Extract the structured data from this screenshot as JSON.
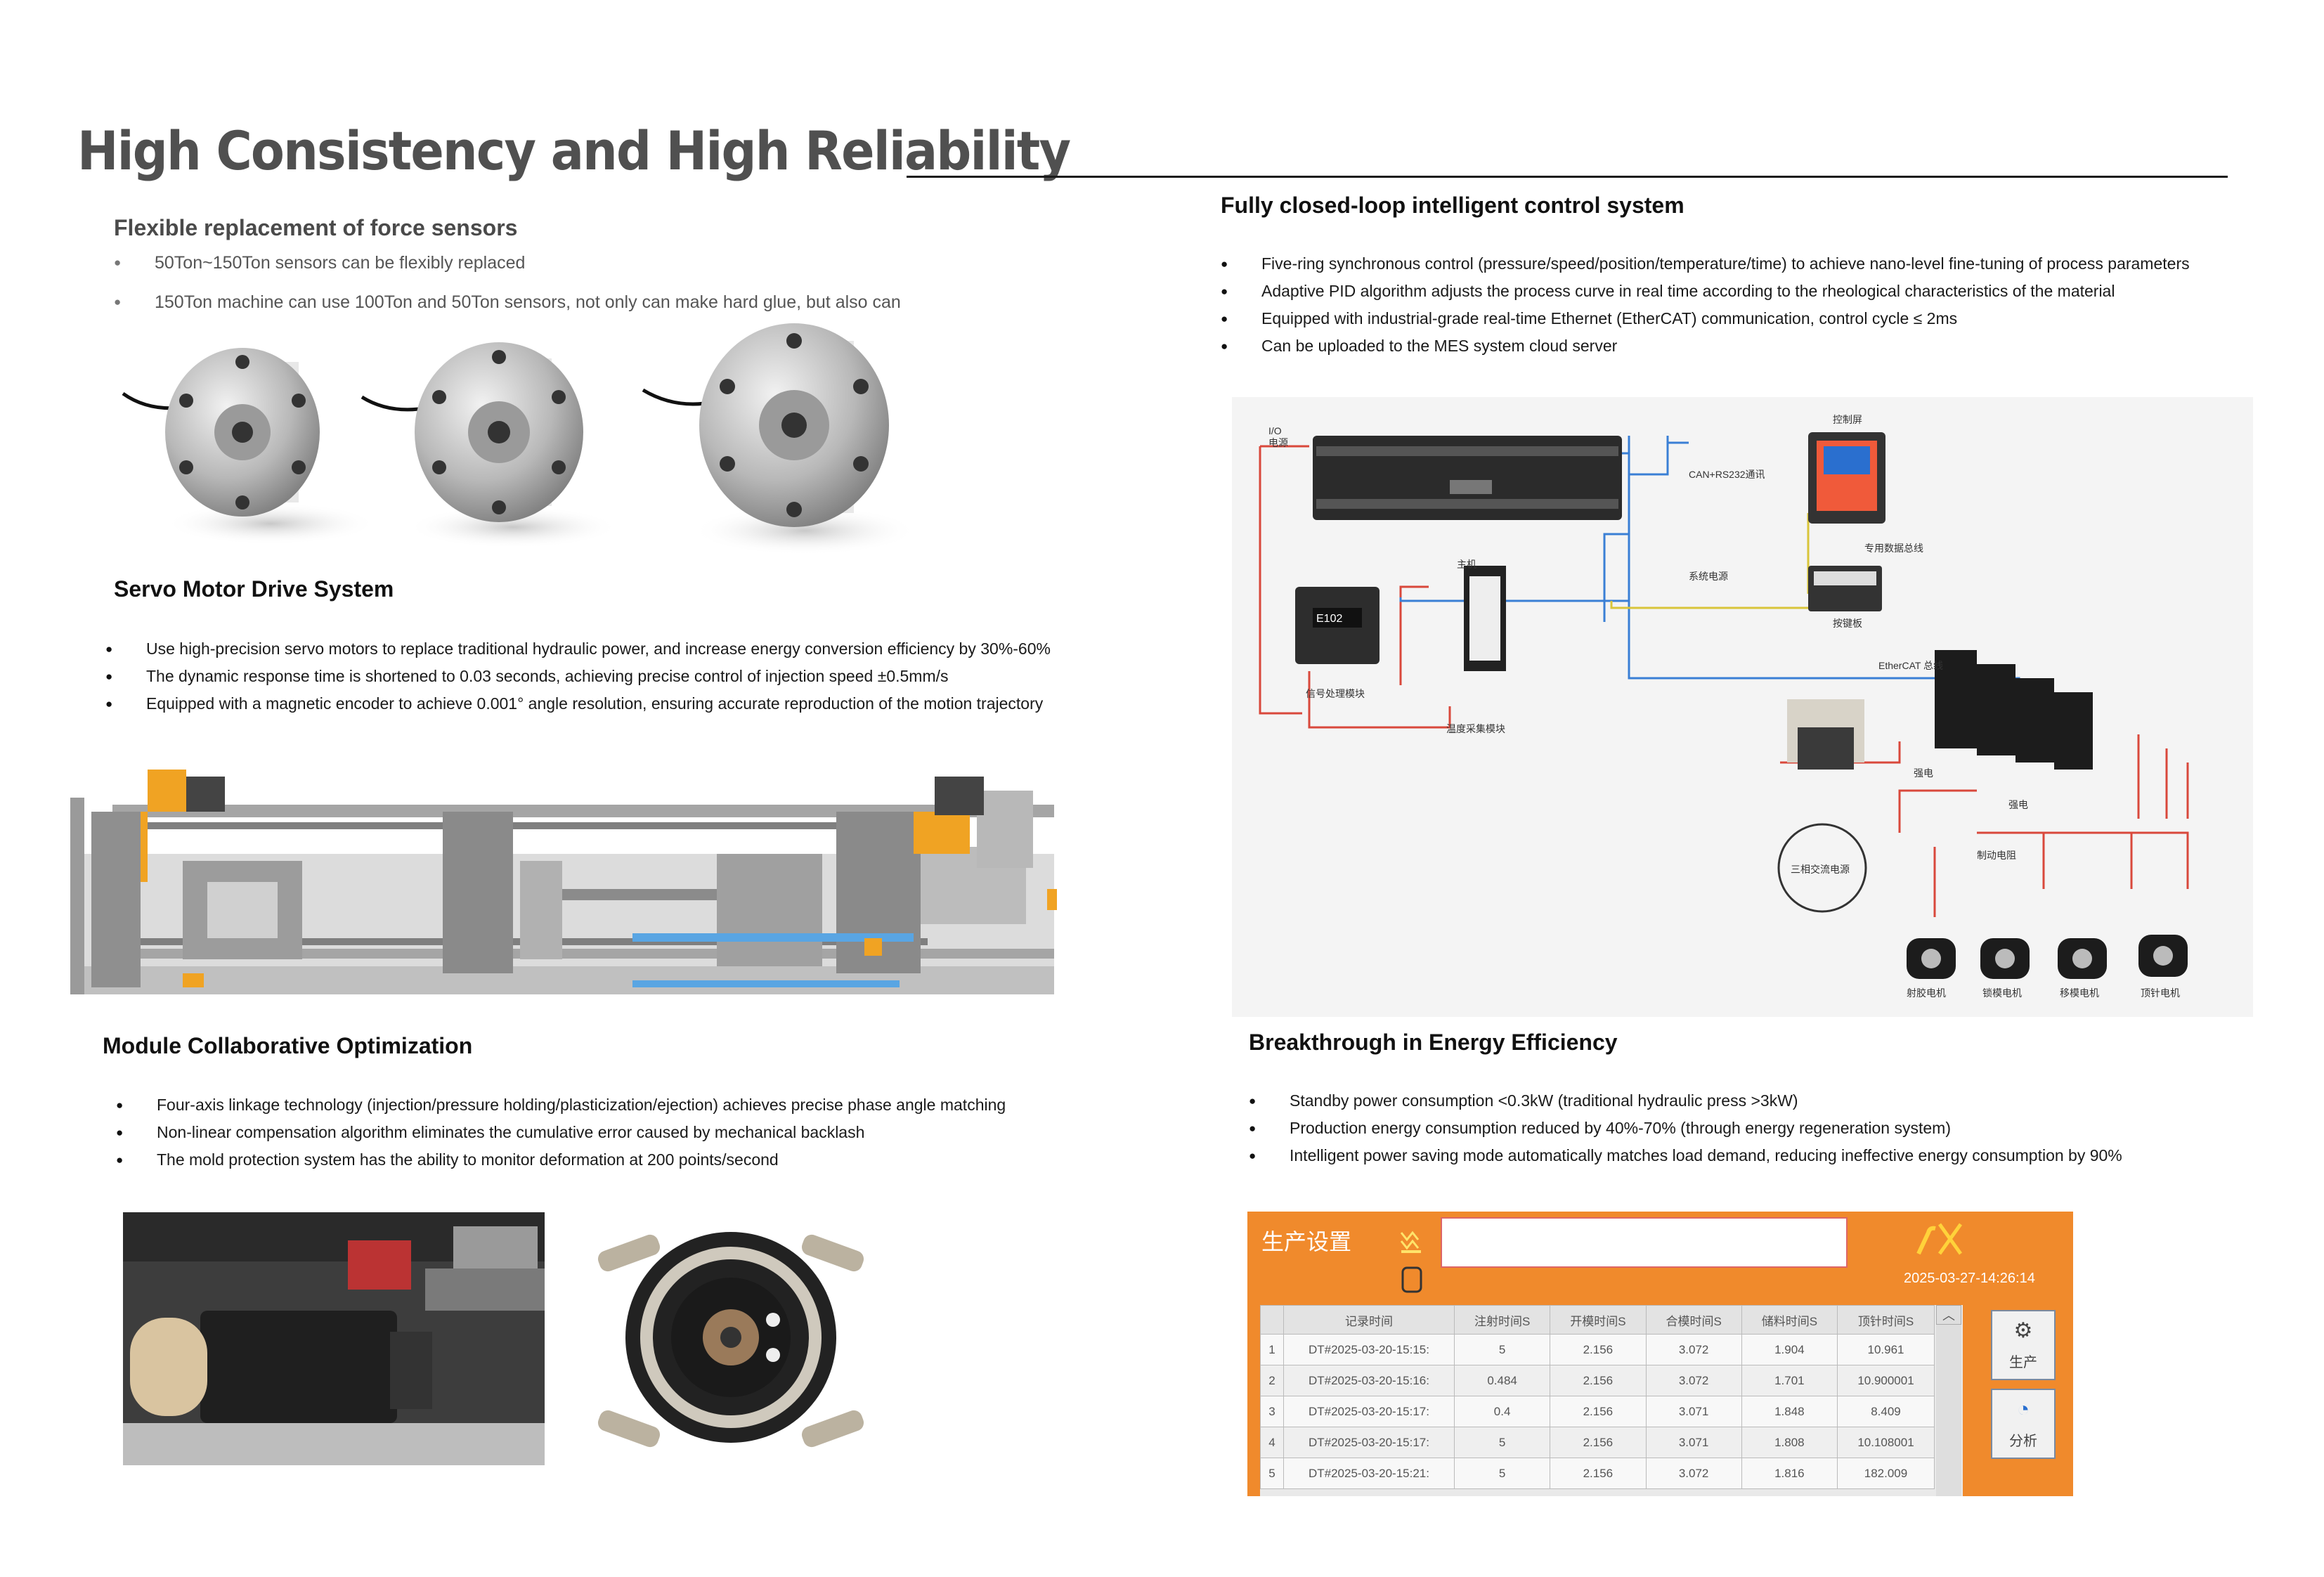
{
  "page": {
    "title": "High Consistency and High Reliability"
  },
  "force_sensors": {
    "heading": "Flexible replacement of force sensors",
    "bullets": [
      "50Ton~150Ton sensors can be flexibly replaced",
      "150Ton machine can use 100Ton and 50Ton sensors, not only can make hard glue, but also can"
    ]
  },
  "servo": {
    "heading": "Servo Motor Drive System",
    "bullets": [
      "Use high-precision servo motors to replace traditional hydraulic power, and increase energy conversion efficiency by 30%-60%",
      "The dynamic response time is shortened to 0.03 seconds, achieving precise control of injection speed ±0.5mm/s",
      "Equipped with a magnetic encoder to achieve 0.001° angle resolution, ensuring accurate reproduction of the motion trajectory"
    ]
  },
  "module": {
    "heading": "Module Collaborative Optimization",
    "bullets": [
      "Four-axis linkage technology (injection/pressure holding/plasticization/ejection) achieves precise phase angle matching",
      "Non-linear compensation algorithm eliminates the cumulative error caused by mechanical backlash",
      "The mold protection system has the ability to monitor deformation at 200 points/second"
    ]
  },
  "closed_loop": {
    "heading": "Fully closed-loop intelligent control system",
    "bullets": [
      "Five-ring synchronous control (pressure/speed/position/temperature/time) to achieve nano-level fine-tuning of process parameters",
      "Adaptive PID algorithm adjusts the process curve in real time according to the rheological characteristics of the material",
      "Equipped with industrial-grade real-time Ethernet (EtherCAT) communication, control cycle ≤ 2ms",
      "Can be uploaded to the MES system cloud server"
    ]
  },
  "system_diagram": {
    "io_power": "I/O\n电源",
    "host": "主机",
    "can_bus": "CAN+RS232通讯",
    "control_screen": "控制屏",
    "data_bus": "专用数据总线",
    "system_power": "系统电源",
    "keypad": "按键板",
    "signal_module": "信号处理模块",
    "signal_module_tag": "E102",
    "temp_module": "温度采集模块",
    "ethercat": "EtherCAT 总线",
    "strong_power_1": "强电",
    "strong_power_2": "强电",
    "brake_resistor": "制动电阻",
    "three_phase": "三相交流电源",
    "motors": [
      "射胶电机",
      "锁模电机",
      "移模电机",
      "顶针电机"
    ]
  },
  "energy": {
    "heading": "Breakthrough in Energy Efficiency",
    "bullets": [
      "Standby power consumption <0.3kW (traditional hydraulic press >3kW)",
      "Production energy consumption reduced by 40%-70% (through energy regeneration system)",
      "Intelligent power saving mode automatically matches load demand, reducing ineffective energy consumption by 90%"
    ]
  },
  "hmi": {
    "title": "生产设置",
    "timestamp": "2025-03-27-14:26:14",
    "columns": [
      "",
      "记录时间",
      "注射时间S",
      "开模时间S",
      "合模时间S",
      "储料时间S",
      "顶针时间S"
    ],
    "rows": [
      [
        "1",
        "DT#2025-03-20-15:15:",
        "5",
        "2.156",
        "3.072",
        "1.904",
        "10.961"
      ],
      [
        "2",
        "DT#2025-03-20-15:16:",
        "0.484",
        "2.156",
        "3.072",
        "1.701",
        "10.900001"
      ],
      [
        "3",
        "DT#2025-03-20-15:17:",
        "0.4",
        "2.156",
        "3.071",
        "1.848",
        "8.409"
      ],
      [
        "4",
        "DT#2025-03-20-15:17:",
        "5",
        "2.156",
        "3.071",
        "1.808",
        "10.108001"
      ],
      [
        "5",
        "DT#2025-03-20-15:21:",
        "5",
        "2.156",
        "3.072",
        "1.816",
        "182.009"
      ]
    ],
    "btn_production": "生产",
    "btn_analysis": "分析"
  },
  "colors": {
    "hmi_orange": "#f08a2c",
    "wire_red": "#d9483b",
    "wire_blue": "#3a7fd5",
    "wire_yellow": "#d9c53a"
  }
}
